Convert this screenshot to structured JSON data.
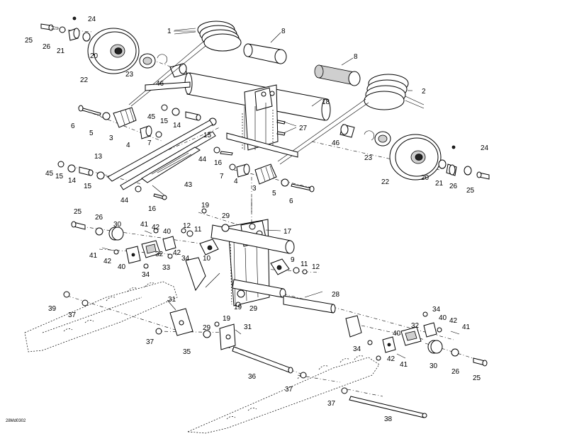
{
  "diagram": {
    "drawing_code": "28Md0302",
    "callouts": [
      {
        "id": "c1",
        "label": "1"
      },
      {
        "id": "c2",
        "label": "2"
      },
      {
        "id": "c3a",
        "label": "3"
      },
      {
        "id": "c3b",
        "label": "3"
      },
      {
        "id": "c4a",
        "label": "4"
      },
      {
        "id": "c4b",
        "label": "4"
      },
      {
        "id": "c5a",
        "label": "5"
      },
      {
        "id": "c5b",
        "label": "5"
      },
      {
        "id": "c6a",
        "label": "6"
      },
      {
        "id": "c6b",
        "label": "6"
      },
      {
        "id": "c7a",
        "label": "7"
      },
      {
        "id": "c7b",
        "label": "7"
      },
      {
        "id": "c8a",
        "label": "8"
      },
      {
        "id": "c8b",
        "label": "8"
      },
      {
        "id": "c9",
        "label": "9"
      },
      {
        "id": "c10",
        "label": "10"
      },
      {
        "id": "c11a",
        "label": "11"
      },
      {
        "id": "c11b",
        "label": "11"
      },
      {
        "id": "c12a",
        "label": "12"
      },
      {
        "id": "c12b",
        "label": "12"
      },
      {
        "id": "c13",
        "label": "13"
      },
      {
        "id": "c14a",
        "label": "14"
      },
      {
        "id": "c14b",
        "label": "14"
      },
      {
        "id": "c15a",
        "label": "15"
      },
      {
        "id": "c15b",
        "label": "15"
      },
      {
        "id": "c15c",
        "label": "15"
      },
      {
        "id": "c15d",
        "label": "15"
      },
      {
        "id": "c16a",
        "label": "16"
      },
      {
        "id": "c16b",
        "label": "16"
      },
      {
        "id": "c17",
        "label": "17"
      },
      {
        "id": "c18",
        "label": "18"
      },
      {
        "id": "c19a",
        "label": "19"
      },
      {
        "id": "c19b",
        "label": "19"
      },
      {
        "id": "c19c",
        "label": "19"
      },
      {
        "id": "c20a",
        "label": "20"
      },
      {
        "id": "c20b",
        "label": "20"
      },
      {
        "id": "c21a",
        "label": "21"
      },
      {
        "id": "c21b",
        "label": "21"
      },
      {
        "id": "c22a",
        "label": "22"
      },
      {
        "id": "c22b",
        "label": "22"
      },
      {
        "id": "c23a",
        "label": "23"
      },
      {
        "id": "c23b",
        "label": "23"
      },
      {
        "id": "c24a",
        "label": "24"
      },
      {
        "id": "c24b",
        "label": "24"
      },
      {
        "id": "c25a",
        "label": "25"
      },
      {
        "id": "c25b",
        "label": "25"
      },
      {
        "id": "c25c",
        "label": "25"
      },
      {
        "id": "c25d",
        "label": "25"
      },
      {
        "id": "c26a",
        "label": "26"
      },
      {
        "id": "c26b",
        "label": "26"
      },
      {
        "id": "c26c",
        "label": "26"
      },
      {
        "id": "c26d",
        "label": "26"
      },
      {
        "id": "c27",
        "label": "27"
      },
      {
        "id": "c28",
        "label": "28"
      },
      {
        "id": "c29a",
        "label": "29"
      },
      {
        "id": "c29b",
        "label": "29"
      },
      {
        "id": "c29c",
        "label": "29"
      },
      {
        "id": "c30a",
        "label": "30"
      },
      {
        "id": "c30b",
        "label": "30"
      },
      {
        "id": "c31a",
        "label": "31"
      },
      {
        "id": "c31b",
        "label": "31"
      },
      {
        "id": "c32a",
        "label": "32"
      },
      {
        "id": "c32b",
        "label": "32"
      },
      {
        "id": "c33",
        "label": "33"
      },
      {
        "id": "c34a",
        "label": "34"
      },
      {
        "id": "c34b",
        "label": "34"
      },
      {
        "id": "c34c",
        "label": "34"
      },
      {
        "id": "c34d",
        "label": "34"
      },
      {
        "id": "c35",
        "label": "35"
      },
      {
        "id": "c36",
        "label": "36"
      },
      {
        "id": "c37a",
        "label": "37"
      },
      {
        "id": "c37b",
        "label": "37"
      },
      {
        "id": "c37c",
        "label": "37"
      },
      {
        "id": "c37d",
        "label": "37"
      },
      {
        "id": "c38",
        "label": "38"
      },
      {
        "id": "c39",
        "label": "39"
      },
      {
        "id": "c40a",
        "label": "40"
      },
      {
        "id": "c40b",
        "label": "40"
      },
      {
        "id": "c40c",
        "label": "40"
      },
      {
        "id": "c40d",
        "label": "40"
      },
      {
        "id": "c41a",
        "label": "41"
      },
      {
        "id": "c41b",
        "label": "41"
      },
      {
        "id": "c41c",
        "label": "41"
      },
      {
        "id": "c41d",
        "label": "41"
      },
      {
        "id": "c42a",
        "label": "42"
      },
      {
        "id": "c42b",
        "label": "42"
      },
      {
        "id": "c42c",
        "label": "42"
      },
      {
        "id": "c42d",
        "label": "42"
      },
      {
        "id": "c42e",
        "label": "42"
      },
      {
        "id": "c43",
        "label": "43"
      },
      {
        "id": "c44a",
        "label": "44"
      },
      {
        "id": "c44b",
        "label": "44"
      },
      {
        "id": "c45a",
        "label": "45"
      },
      {
        "id": "c45b",
        "label": "45"
      },
      {
        "id": "c46a",
        "label": "46"
      },
      {
        "id": "c46b",
        "label": "46"
      }
    ]
  }
}
